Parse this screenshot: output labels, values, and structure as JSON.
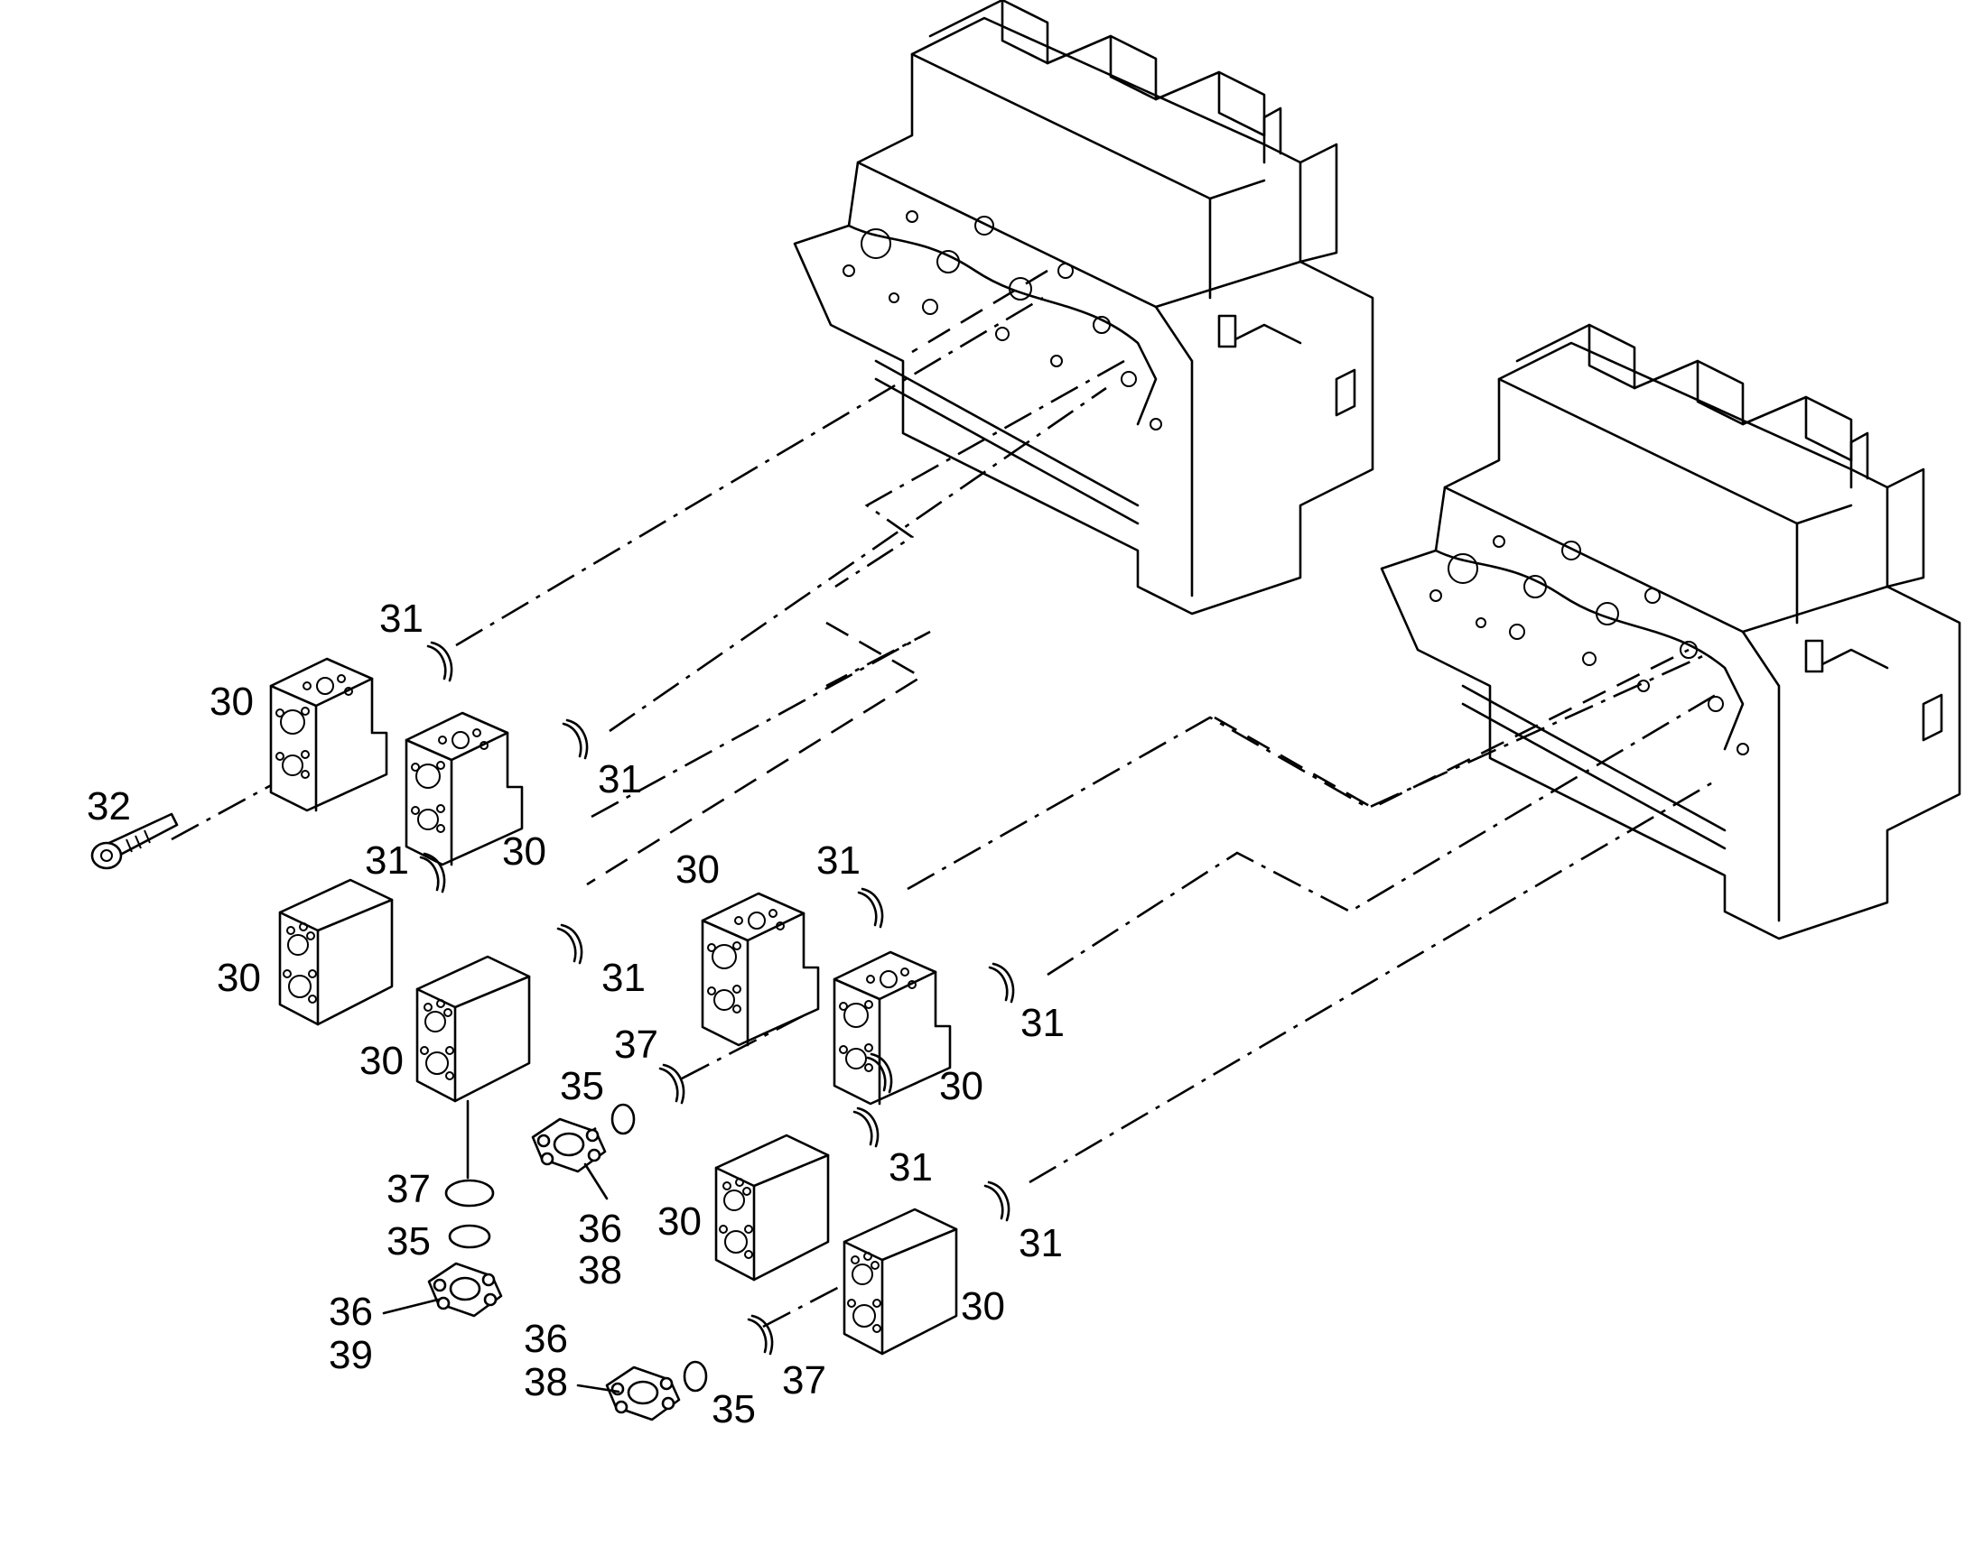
{
  "diagram": {
    "labels": [
      {
        "id": "l1",
        "text": "31"
      },
      {
        "id": "l2",
        "text": "30"
      },
      {
        "id": "l3",
        "text": "31"
      },
      {
        "id": "l4",
        "text": "32"
      },
      {
        "id": "l5",
        "text": "30"
      },
      {
        "id": "l6",
        "text": "31"
      },
      {
        "id": "l7",
        "text": "30"
      },
      {
        "id": "l8",
        "text": "31"
      },
      {
        "id": "l9",
        "text": "30"
      },
      {
        "id": "l10",
        "text": "31"
      },
      {
        "id": "l11",
        "text": "30"
      },
      {
        "id": "l12",
        "text": "31"
      },
      {
        "id": "l13",
        "text": "37"
      },
      {
        "id": "l14",
        "text": "35"
      },
      {
        "id": "l15",
        "text": "30"
      },
      {
        "id": "l16",
        "text": "37"
      },
      {
        "id": "l17",
        "text": "35"
      },
      {
        "id": "l18",
        "text": "36"
      },
      {
        "id": "l19",
        "text": "38"
      },
      {
        "id": "l20",
        "text": "30"
      },
      {
        "id": "l21",
        "text": "31"
      },
      {
        "id": "l22",
        "text": "31"
      },
      {
        "id": "l23",
        "text": "36"
      },
      {
        "id": "l24",
        "text": "39"
      },
      {
        "id": "l25",
        "text": "30"
      },
      {
        "id": "l26",
        "text": "36"
      },
      {
        "id": "l27",
        "text": "38"
      },
      {
        "id": "l28",
        "text": "35"
      },
      {
        "id": "l29",
        "text": "37"
      }
    ]
  }
}
